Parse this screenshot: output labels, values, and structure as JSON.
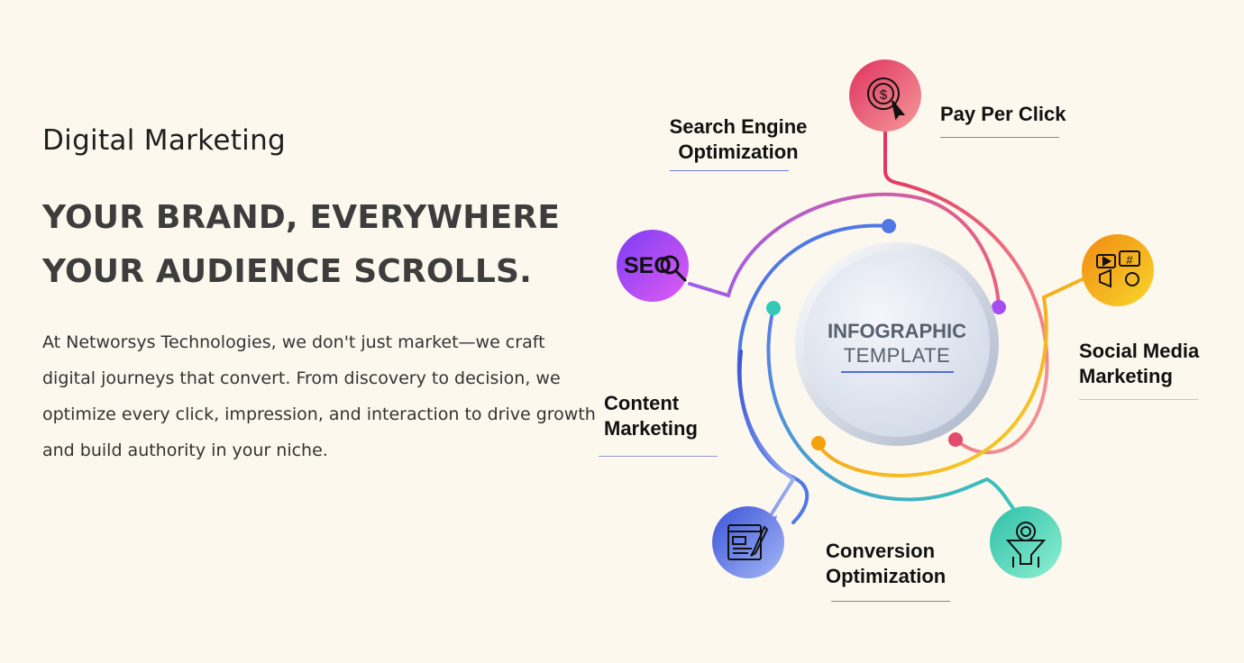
{
  "intro": {
    "eyebrow": "Digital Marketing",
    "headline_line1": "YOUR BRAND, EVERYWHERE",
    "headline_line2": "YOUR AUDIENCE  SCROLLS.",
    "body": "At Networsys Technologies, we don't just market—we craft digital journeys that convert. From discovery to decision, we optimize every click, impression, and interaction to drive growth and build authority in your niche."
  },
  "center": {
    "title": "INFOGRAPHIC",
    "subtitle": "TEMPLATE"
  },
  "nodes": {
    "seo": {
      "line1": "Search Engine",
      "line2": "Optimization",
      "badge": "SEO",
      "icon": "seo-magnifier-icon",
      "color": "#a64cf0"
    },
    "ppc": {
      "line1": "Pay Per Click",
      "icon": "dollar-click-icon",
      "color": "#e24b6f"
    },
    "smm": {
      "line1": "Social Media",
      "line2": "Marketing",
      "icon": "social-megaphone-icon",
      "color": "#f6b500"
    },
    "content": {
      "line1": "Content",
      "line2": "Marketing",
      "icon": "content-writing-icon",
      "color": "#4f6fe0"
    },
    "conversion": {
      "line1": "Conversion",
      "line2": "Optimization",
      "icon": "funnel-gear-icon",
      "color": "#35c8b5"
    }
  }
}
